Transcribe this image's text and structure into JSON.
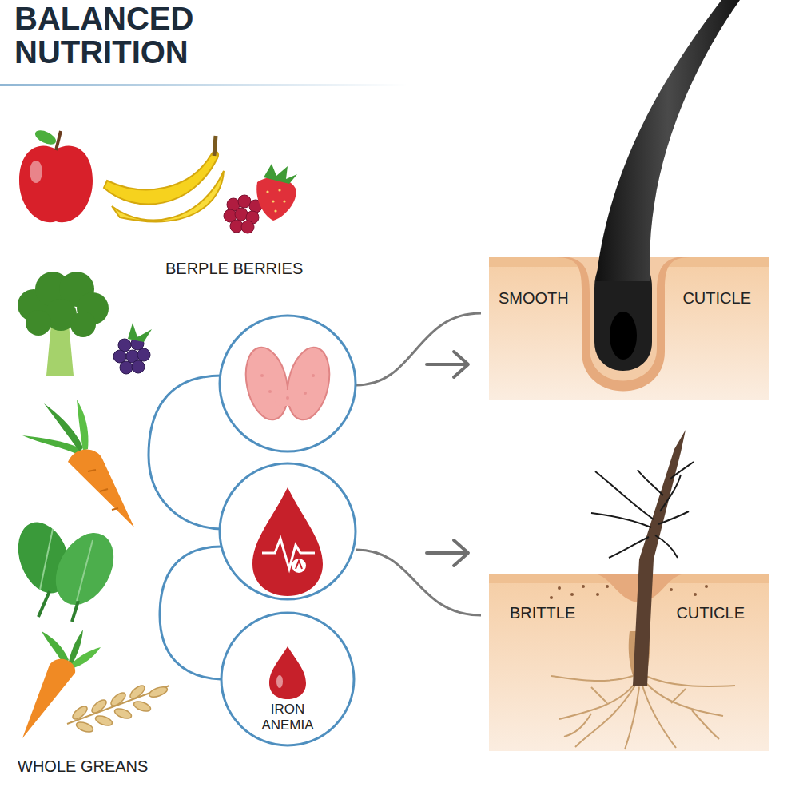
{
  "diagram": {
    "title": "BALANCED NUTRITION",
    "nodes": [
      {
        "text": [
          "SMOOTH",
          "CUTICLE"
        ]
      },
      {
        "text": [
          "BRITTLE",
          "CUTICLE"
        ]
      },
      {
        "text": [
          "IRON ANEMIA"
        ]
      }
    ],
    "labels": [
      "BERPLE BERRIES",
      "WHOLE GREANS"
    ]
  }
}
